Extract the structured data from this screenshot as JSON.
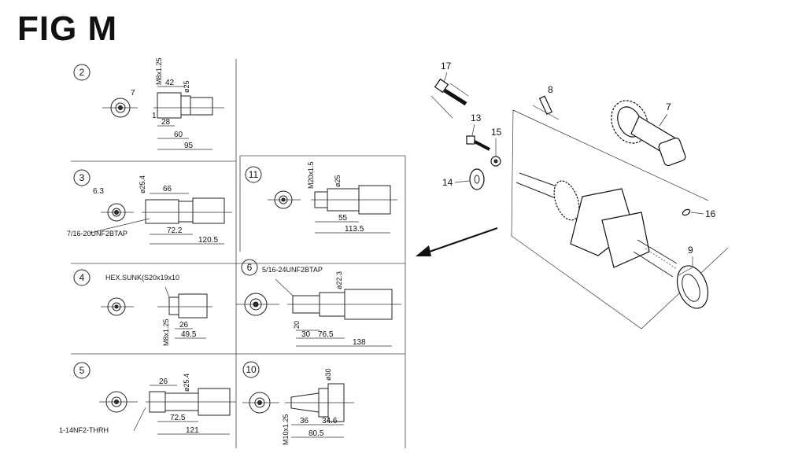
{
  "title": "FIG M",
  "panels": {
    "p2": {
      "id": "2",
      "labels": [
        "7",
        "M8x1.25",
        "42",
        "ø25",
        "28",
        "60",
        "95",
        "1"
      ]
    },
    "p3": {
      "id": "3",
      "labels": [
        "6.3",
        "ø25.4",
        "66",
        "72.2",
        "120.5",
        "7/16-20UNF2BTAP"
      ]
    },
    "p4": {
      "id": "4",
      "labels": [
        "HEX.SUNK(S20x19x10",
        "M8x1.25",
        "26",
        "49.5"
      ]
    },
    "p5": {
      "id": "5",
      "labels": [
        "26",
        "ø25.4",
        "72.5",
        "121",
        "1-14NF2-THRH"
      ]
    },
    "p11": {
      "id": "11",
      "labels": [
        "M20x1.5",
        "ø25",
        "55",
        "113.5"
      ]
    },
    "p6": {
      "id": "6",
      "labels": [
        "5/16-24UNF2BTAP",
        "ø22.3",
        "30",
        "76.5",
        "138",
        "20"
      ]
    },
    "p10": {
      "id": "10",
      "labels": [
        "ø30",
        "M10x1.25",
        "36",
        "34.6",
        "80.5"
      ]
    }
  },
  "callouts": [
    "17",
    "8",
    "7",
    "13",
    "15",
    "14",
    "16",
    "9"
  ]
}
